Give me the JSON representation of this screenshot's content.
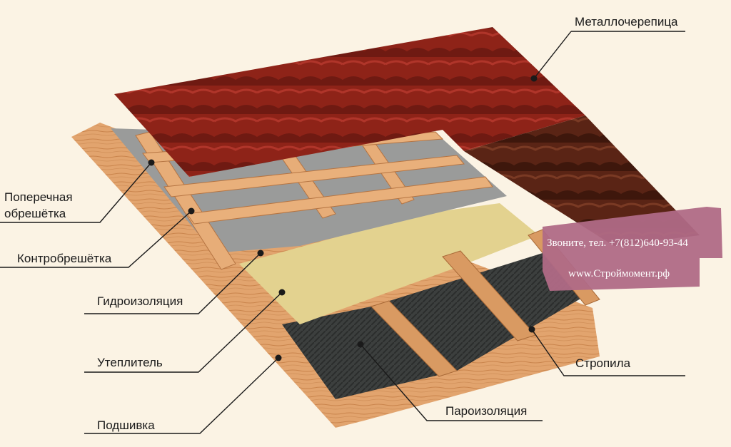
{
  "labels": {
    "tile": "Металлочерепица",
    "cross_batten_1": "Поперечная",
    "cross_batten_2": "обрешётка",
    "counter_batten": "Контробрешётка",
    "waterproofing": "Гидроизоляция",
    "insulation": "Утеплитель",
    "soffit": "Подшивка",
    "rafters": "Стропила",
    "vapor_barrier": "Пароизоляция"
  },
  "promo": {
    "phone": "Звоните, тел. +7(812)640-93-44",
    "site": "www.Строймомент.рф"
  },
  "colors": {
    "background": "#fbf3e4",
    "tile_red": "#8e2318",
    "tile_brown": "#5a2415",
    "wood": "#e0a16b",
    "membrane_gray": "#9a9b9a",
    "insulation_yellow": "#e3d28f",
    "vapor_dark": "#3b3e3d",
    "promo_band": "#b06a86"
  }
}
